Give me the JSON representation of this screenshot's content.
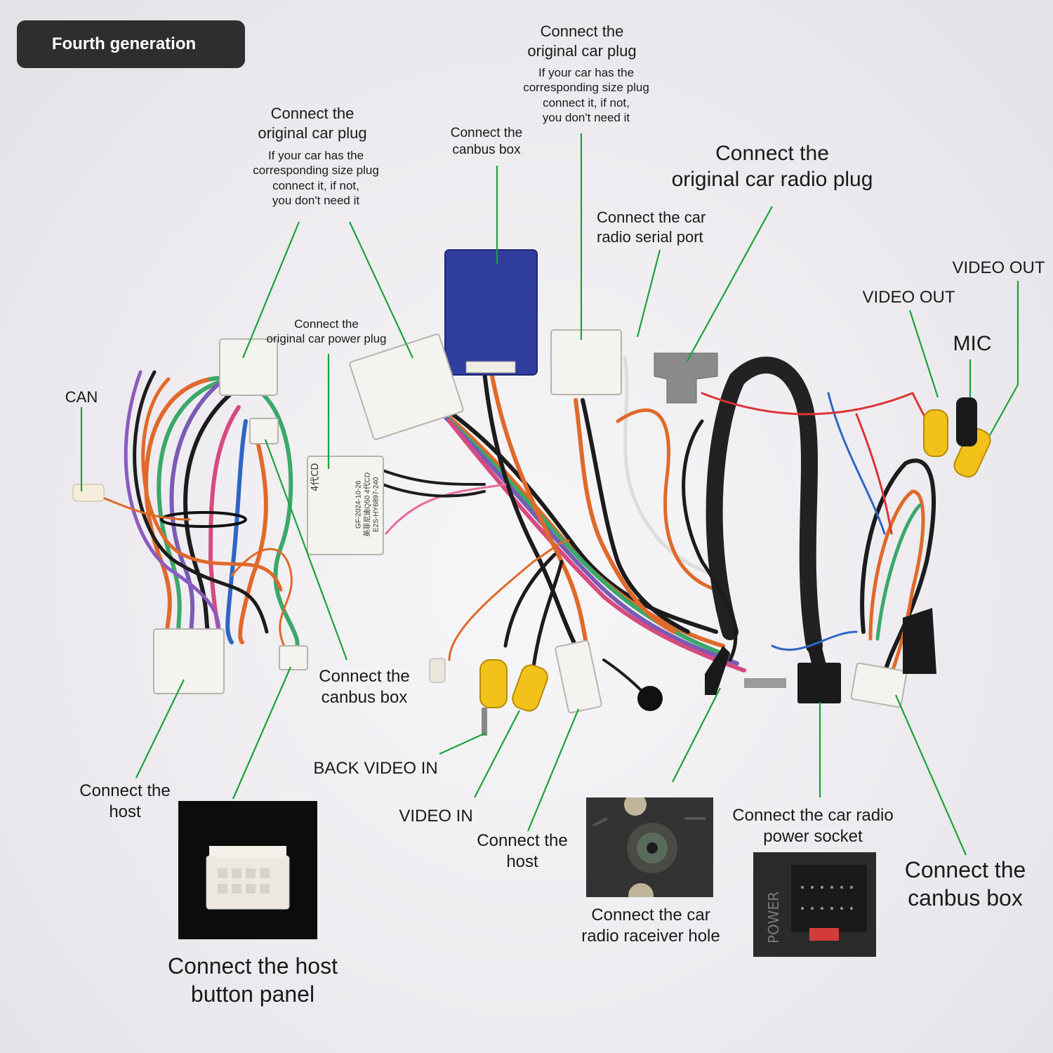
{
  "badge": "Fourth generation",
  "labels": {
    "plug_left_title": "Connect the\noriginal car plug",
    "plug_left_note": "If your car has the\ncorresponding size plug\nconnect it, if not,\nyou don't need it",
    "canbus_top": "Connect the\ncanbus box",
    "plug_top_title": "Connect the\noriginal car plug",
    "plug_top_note": "If your car has the\ncorresponding size plug\nconnect it, if not,\nyou don't need it",
    "radio_plug": "Connect the\noriginal car radio plug",
    "serial_port": "Connect the car\nradio  serial port",
    "video_out_right": "VIDEO OUT",
    "video_out": "VIDEO OUT",
    "mic": "MIC",
    "can": "CAN",
    "power_plug": "Connect the\noriginal car power plug",
    "canbus_mid": "Connect the\ncanbus box",
    "back_video_in": "BACK VIDEO IN",
    "video_in": "VIDEO IN",
    "host_left": "Connect the\nhost",
    "host_mid": "Connect the\nhost",
    "button_panel": "Connect the host\nbutton panel",
    "receiver_hole": "Connect the  car\nradio raceiver hole",
    "power_socket": "Connect the car radio\npower socket",
    "canbus_right": "Connect the\ncanbus box"
  },
  "part_text": {
    "plug_code": "4代CD",
    "sticker": "GF-2024-10-26\n英菲尼迪Q50 4代CD\nE2S-HY6897-240",
    "power_word": "POWER"
  },
  "colors": {
    "leader": "#19a33a",
    "canbus_box": "#2f3d9e",
    "connector": "#f5f3ef",
    "rca": "#f2c21a"
  }
}
